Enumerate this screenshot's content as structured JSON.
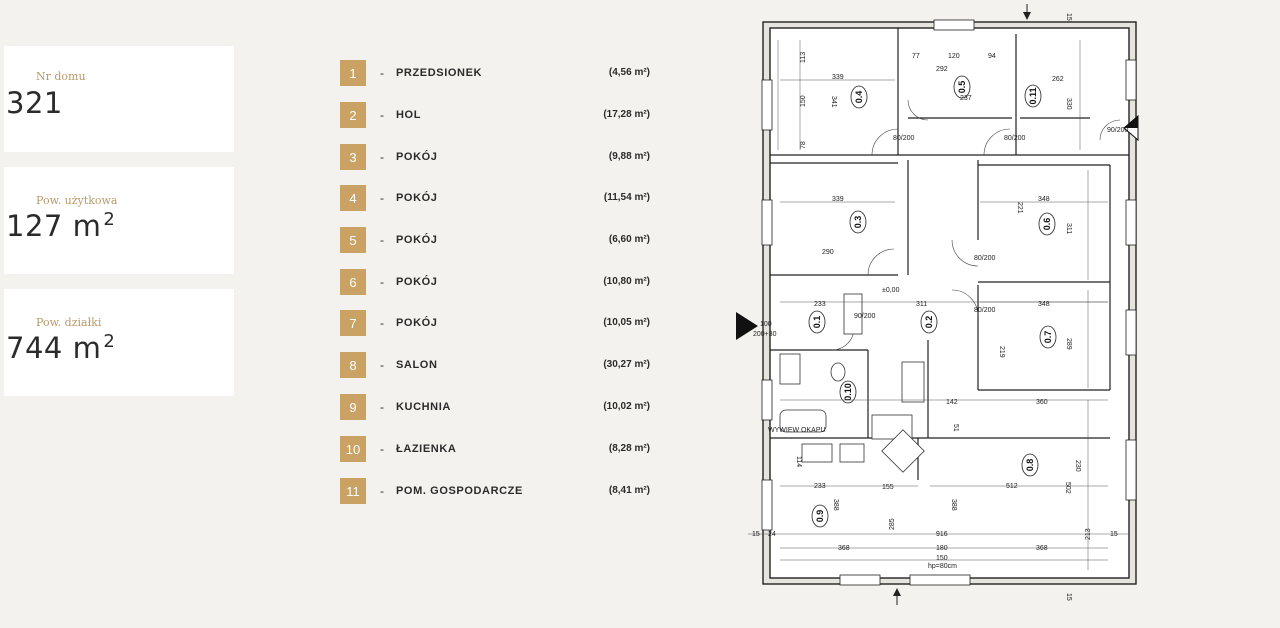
{
  "cards": [
    {
      "label": "Nr domu",
      "value": "321",
      "unit": ""
    },
    {
      "label": "Pow. użytkowa",
      "value": "127 m",
      "unit": "2"
    },
    {
      "label": "Pow. działki",
      "value": "744 m",
      "unit": "2"
    }
  ],
  "rooms": [
    {
      "num": "1",
      "dash": "-",
      "name": "PRZEDSIONEK",
      "area": "(4,56 m²)"
    },
    {
      "num": "2",
      "dash": "-",
      "name": "HOL",
      "area": "(17,28 m²)"
    },
    {
      "num": "3",
      "dash": "-",
      "name": "POKÓJ",
      "area": "(9,88 m²)"
    },
    {
      "num": "4",
      "dash": "-",
      "name": "POKÓJ",
      "area": "(11,54 m²)"
    },
    {
      "num": "5",
      "dash": "-",
      "name": "POKÓJ",
      "area": "(6,60 m²)"
    },
    {
      "num": "6",
      "dash": "-",
      "name": "POKÓJ",
      "area": "(10,80 m²)"
    },
    {
      "num": "7",
      "dash": "-",
      "name": "POKÓJ",
      "area": "(10,05 m²)"
    },
    {
      "num": "8",
      "dash": "-",
      "name": "SALON",
      "area": "(30,27 m²)"
    },
    {
      "num": "9",
      "dash": "-",
      "name": "KUCHNIA",
      "area": "(10,02 m²)"
    },
    {
      "num": "10",
      "dash": "-",
      "name": "ŁAZIENKA",
      "area": "(8,28 m²)"
    },
    {
      "num": "11",
      "dash": "-",
      "name": "POM. GOSPODARCZE",
      "area": "(8,41 m²)"
    }
  ],
  "plan": {
    "room_labels": [
      "0.1",
      "0.2",
      "0.3",
      "0.4",
      "0.5",
      "0.6",
      "0.7",
      "0.8",
      "0.9",
      "0.10",
      "0.11"
    ],
    "dims": {
      "top_312": "339",
      "top_341": "341",
      "d150": "150",
      "d113": "113",
      "d78": "78",
      "d292": "292",
      "d237": "237",
      "d120": "120",
      "d94": "94",
      "d77": "77",
      "d262": "262",
      "d330": "330",
      "d348": "348",
      "d311": "311",
      "d290": "290",
      "d233": "233",
      "d142": "142",
      "d360": "360",
      "d512": "512",
      "d388": "388",
      "d916": "916",
      "d368": "368",
      "d180": "180",
      "d150b": "150",
      "d219": "219",
      "d289": "289",
      "d221": "221",
      "d80200": "80/200",
      "d90200": "90/200",
      "d100": "100",
      "d200230": "200+30",
      "d000": "±0,00",
      "d155": "155",
      "d285": "285",
      "hp80": "hp=80cm",
      "wywiew": "WYWIEW OKAPU",
      "d15": "15",
      "d24": "24",
      "d213": "213",
      "d502": "502",
      "d230": "230",
      "d51": "51",
      "d114": "114"
    }
  }
}
